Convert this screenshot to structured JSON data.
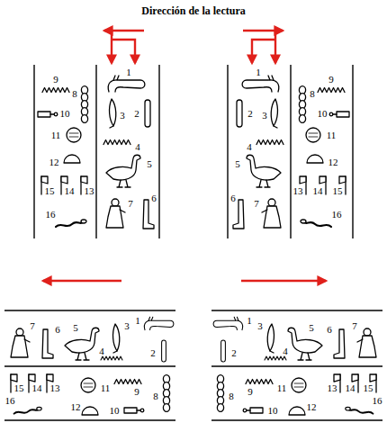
{
  "diagram": {
    "title": "Dirección de la lectura",
    "labels": [
      "1",
      "2",
      "3",
      "4",
      "5",
      "6",
      "7",
      "8",
      "9",
      "10",
      "11",
      "12",
      "13",
      "14",
      "15",
      "16",
      "1",
      "2",
      "3",
      "4",
      "5",
      "6",
      "7",
      "8",
      "9",
      "10",
      "11",
      "12",
      "13",
      "14",
      "15",
      "16",
      "1",
      "2",
      "3",
      "4",
      "5",
      "6",
      "7",
      "8",
      "9",
      "10",
      "11",
      "12",
      "13",
      "14",
      "15",
      "16",
      "1",
      "2",
      "3",
      "4",
      "5",
      "6",
      "7",
      "8",
      "9",
      "10",
      "11",
      "12",
      "13",
      "14",
      "15",
      "16"
    ]
  }
}
